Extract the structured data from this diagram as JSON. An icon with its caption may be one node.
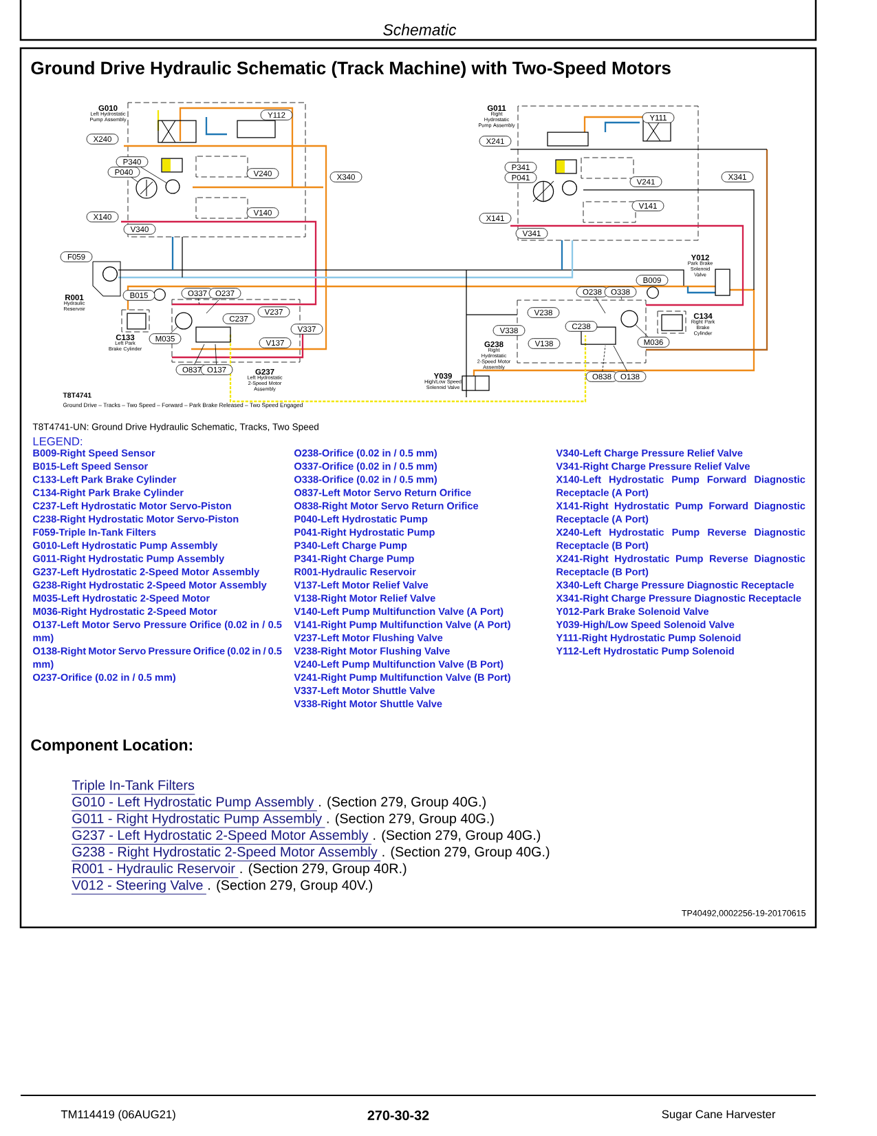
{
  "diagram": {
    "title": "Ground Drive Hydraulic Schematic (Track Machine) with Two-Speed Motors",
    "nodes": [
      {
        "text": [
          "Y112"
        ]
      },
      {
        "text": [
          "X240"
        ]
      },
      {
        "text": [
          "P340"
        ]
      },
      {
        "text": [
          "P040"
        ]
      },
      {
        "text": [
          "V240"
        ]
      },
      {
        "text": [
          "X340"
        ]
      },
      {
        "text": [
          "X140"
        ]
      },
      {
        "text": [
          "V140"
        ]
      },
      {
        "text": [
          "V340"
        ]
      },
      {
        "text": [
          "Y111"
        ]
      },
      {
        "text": [
          "X241"
        ]
      },
      {
        "text": [
          "P341"
        ]
      },
      {
        "text": [
          "P041"
        ]
      },
      {
        "text": [
          "V241"
        ]
      },
      {
        "text": [
          "X341"
        ]
      },
      {
        "text": [
          "V141"
        ]
      },
      {
        "text": [
          "X141"
        ]
      },
      {
        "text": [
          "V341"
        ]
      },
      {
        "text": [
          "F059"
        ]
      },
      {
        "text": [
          "B015"
        ]
      },
      {
        "text": [
          "O337"
        ]
      },
      {
        "text": [
          "O237"
        ]
      },
      {
        "text": [
          "C237"
        ]
      },
      {
        "text": [
          "V237"
        ]
      },
      {
        "text": [
          "V337"
        ]
      },
      {
        "text": [
          "M035"
        ]
      },
      {
        "text": [
          "V137"
        ]
      },
      {
        "text": [
          "O837"
        ]
      },
      {
        "text": [
          "O137"
        ]
      },
      {
        "text": [
          "B009"
        ]
      },
      {
        "text": [
          "O238"
        ]
      },
      {
        "text": [
          "O338"
        ]
      },
      {
        "text": [
          "V238"
        ]
      },
      {
        "text": [
          "C238"
        ]
      },
      {
        "text": [
          "V338"
        ]
      },
      {
        "text": [
          "M036"
        ]
      },
      {
        "text": [
          "V138"
        ]
      },
      {
        "text": [
          "O838"
        ]
      },
      {
        "text": [
          "O138"
        ]
      },
      {
        "text": [],
        "shape": "circle"
      },
      {
        "text": [],
        "shape": "circle"
      },
      {
        "text": [],
        "shape": "circle"
      },
      {
        "text": [],
        "shape": "circle"
      }
    ],
    "edges": [
      {
        "from": 2,
        "to": 40,
        "arrow": "none"
      },
      {
        "from": 3,
        "to": 39,
        "arrow": "none"
      },
      {
        "from": 20,
        "to": null,
        "arrow": "none",
        "style": "dashed"
      },
      {
        "from": 21,
        "to": null,
        "arrow": "none"
      },
      {
        "from": 25,
        "to": 41,
        "arrow": "none"
      },
      {
        "from": 27,
        "to": null,
        "arrow": "none"
      },
      {
        "from": 28,
        "to": null,
        "arrow": "none"
      },
      {
        "from": 30,
        "to": null,
        "arrow": "none"
      },
      {
        "from": 31,
        "to": null,
        "arrow": "none",
        "style": "dashed"
      },
      {
        "from": 35,
        "to": 42,
        "arrow": "none"
      },
      {
        "from": 37,
        "to": null,
        "arrow": "none",
        "style": "dashed"
      },
      {
        "from": 38,
        "to": null,
        "arrow": "none"
      }
    ],
    "labels": [
      "Schematic",
      "G010",
      "Left Hydrostatic Pump Assembly",
      "G011",
      "Right Hydrostatic Pump Assembly",
      "R001",
      "Hydraulic Reservoir",
      "C133",
      "Left Park Brake Cylinder",
      "G237",
      "Left Hydrostatic 2-Speed Motor Assembly",
      "Y012",
      "Park Brake Solenoid Valve",
      "C134",
      "Right Park Brake Cylinder",
      "G238",
      "Right Hydrostatic 2-Speed Motor Assembly",
      "Y039",
      "High/Low Speed Solenoid Valve",
      "T8T4741",
      "Ground Drive – Tracks – Two Speed – Forward – Park Brake Released – Two Speed Engaged",
      "T8T4741-UN: Ground Drive Hydraulic Schematic, Tracks, Two Speed",
      "LEGEND:",
      "B009-Right Speed Sensor",
      "B015-Left Speed Sensor",
      "C133-Left Park Brake Cylinder",
      "C134-Right Park Brake Cylinder",
      "C237-Left Hydrostatic Motor Servo-Piston",
      "C238-Right Hydrostatic Motor Servo-Piston",
      "F059-Triple In-Tank Filters",
      "G010-Left Hydrostatic Pump Assembly",
      "G011-Right Hydrostatic Pump Assembly",
      "G237-Left Hydrostatic 2-Speed Motor Assembly",
      "G238-Right Hydrostatic 2-Speed Motor Assembly",
      "M035-Left Hydrostatic 2-Speed Motor",
      "M036-Right Hydrostatic 2-Speed Motor",
      "O137-Left Motor Servo Pressure Orifice (0.02 in / 0.5 mm)",
      "O138-Right Motor Servo Pressure Orifice (0.02 in / 0.5 mm)",
      "O237-Orifice (0.02 in / 0.5 mm)",
      "O238-Orifice (0.02 in / 0.5 mm)",
      "O337-Orifice (0.02 in / 0.5 mm)",
      "O338-Orifice (0.02 in / 0.5 mm)",
      "O837-Left Motor Servo Return Orifice",
      "O838-Right Motor Servo Return Orifice",
      "P040-Left Hydrostatic Pump",
      "P041-Right Hydrostatic Pump",
      "P340-Left Charge Pump",
      "P341-Right Charge Pump",
      "R001-Hydraulic Reservoir",
      "V137-Left Motor Relief Valve",
      "V138-Right Motor Relief Valve",
      "V140-Left Pump Multifunction Valve (A Port)",
      "V141-Right Pump Multifunction Valve (A Port)",
      "V237-Left Motor Flushing Valve",
      "V238-Right Motor Flushing Valve",
      "V240-Left Pump Multifunction Valve (B Port)",
      "V241-Right Pump Multifunction Valve (B Port)",
      "V337-Left Motor Shuttle Valve",
      "V338-Right Motor Shuttle Valve",
      "V340-Left Charge Pressure Relief Valve",
      "V341-Right Charge Pressure Relief Valve",
      "X140-Left Hydrostatic Pump Forward Diagnostic Receptacle (A Port)",
      "X141-Right Hydrostatic Pump Forward Diagnostic Receptacle (A Port)",
      "X240-Left Hydrostatic Pump Reverse Diagnostic Receptacle (B Port)",
      "X241-Right Hydrostatic Pump Reverse Diagnostic Receptacle (B Port)",
      "X340-Left Charge Pressure Diagnostic Receptacle",
      "X341-Right Charge Pressure Diagnostic Receptacle",
      "Y012-Park Brake Solenoid Valve",
      "Y039-High/Low Speed Solenoid Valve",
      "Y111-Right Hydrostatic Pump Solenoid",
      "Y112-Left Hydrostatic Pump Solenoid",
      "Component Location:",
      "Triple In-Tank Filters",
      "G010 - Left Hydrostatic Pump Assembly",
      ". (Section 279, Group 40G.)",
      "G011 - Right Hydrostatic Pump Assembly",
      ". (Section 279, Group 40G.)",
      "G237 - Left Hydrostatic 2-Speed Motor Assembly",
      ". (Section 279, Group 40G.)",
      "G238 - Right Hydrostatic 2-Speed Motor Assembly",
      ". (Section 279, Group 40G.)",
      "R001 - Hydraulic Reservoir",
      ". (Section 279, Group 40R.)",
      "V012 - Steering Valve",
      ". (Section 279, Group 40V.)",
      "TP40492,0002256-19-20170615",
      "TM114419 (06AUG21)",
      "270-30-32",
      "Sugar Cane Harvester"
    ]
  }
}
